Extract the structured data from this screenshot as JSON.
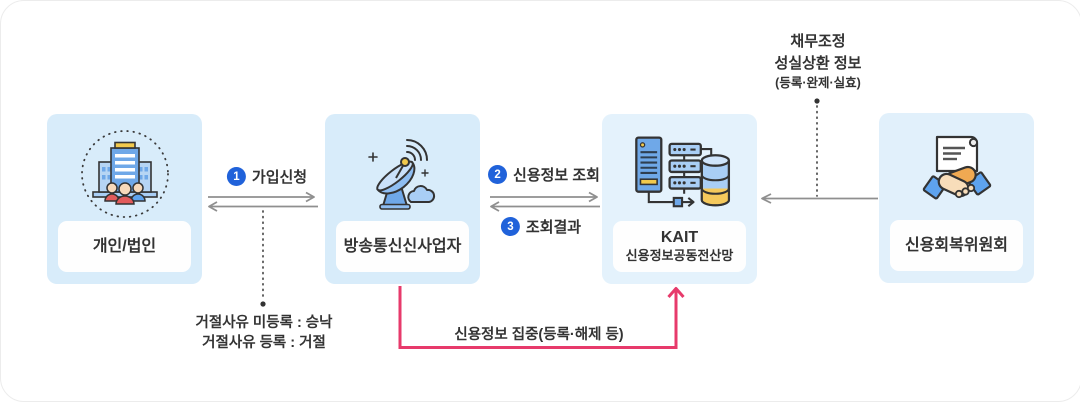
{
  "nodes": [
    {
      "id": "individual",
      "label": "개인/법인",
      "icon": "building-people-icon"
    },
    {
      "id": "telecom-operator",
      "label": "방송통신신사업자",
      "icon": "satellite-dish-icon"
    },
    {
      "id": "kait",
      "label_line1": "KAIT",
      "label_line2": "신용정보공동전산망",
      "icon": "server-database-icon"
    },
    {
      "id": "credit-recovery-committee",
      "label": "신용회복위원회",
      "icon": "handshake-document-icon"
    }
  ],
  "flows": {
    "step1_num": "1",
    "step1_label": "가입신청",
    "step2_num": "2",
    "step2_label": "신용정보 조회",
    "step3_num": "3",
    "step3_label": "조회결과",
    "reject_note": {
      "line1": "거절사유 미등록 : 승낙",
      "line2": "거절사유 등록 : 거절"
    },
    "debt_note": {
      "line1": "채무조정",
      "line2": "성실상환 정보",
      "line3": "(등록·완제·실효)"
    },
    "collect_label": "신용정보 집중(등록·해제 등)"
  },
  "colors": {
    "node_bg_left": "#d8ecfa",
    "node_bg_right": "#e4f2fc",
    "badge_blue": "#2062da",
    "arrow_gray": "#8f8f8f",
    "accent_pink": "#e73a6b",
    "text": "#333333"
  }
}
